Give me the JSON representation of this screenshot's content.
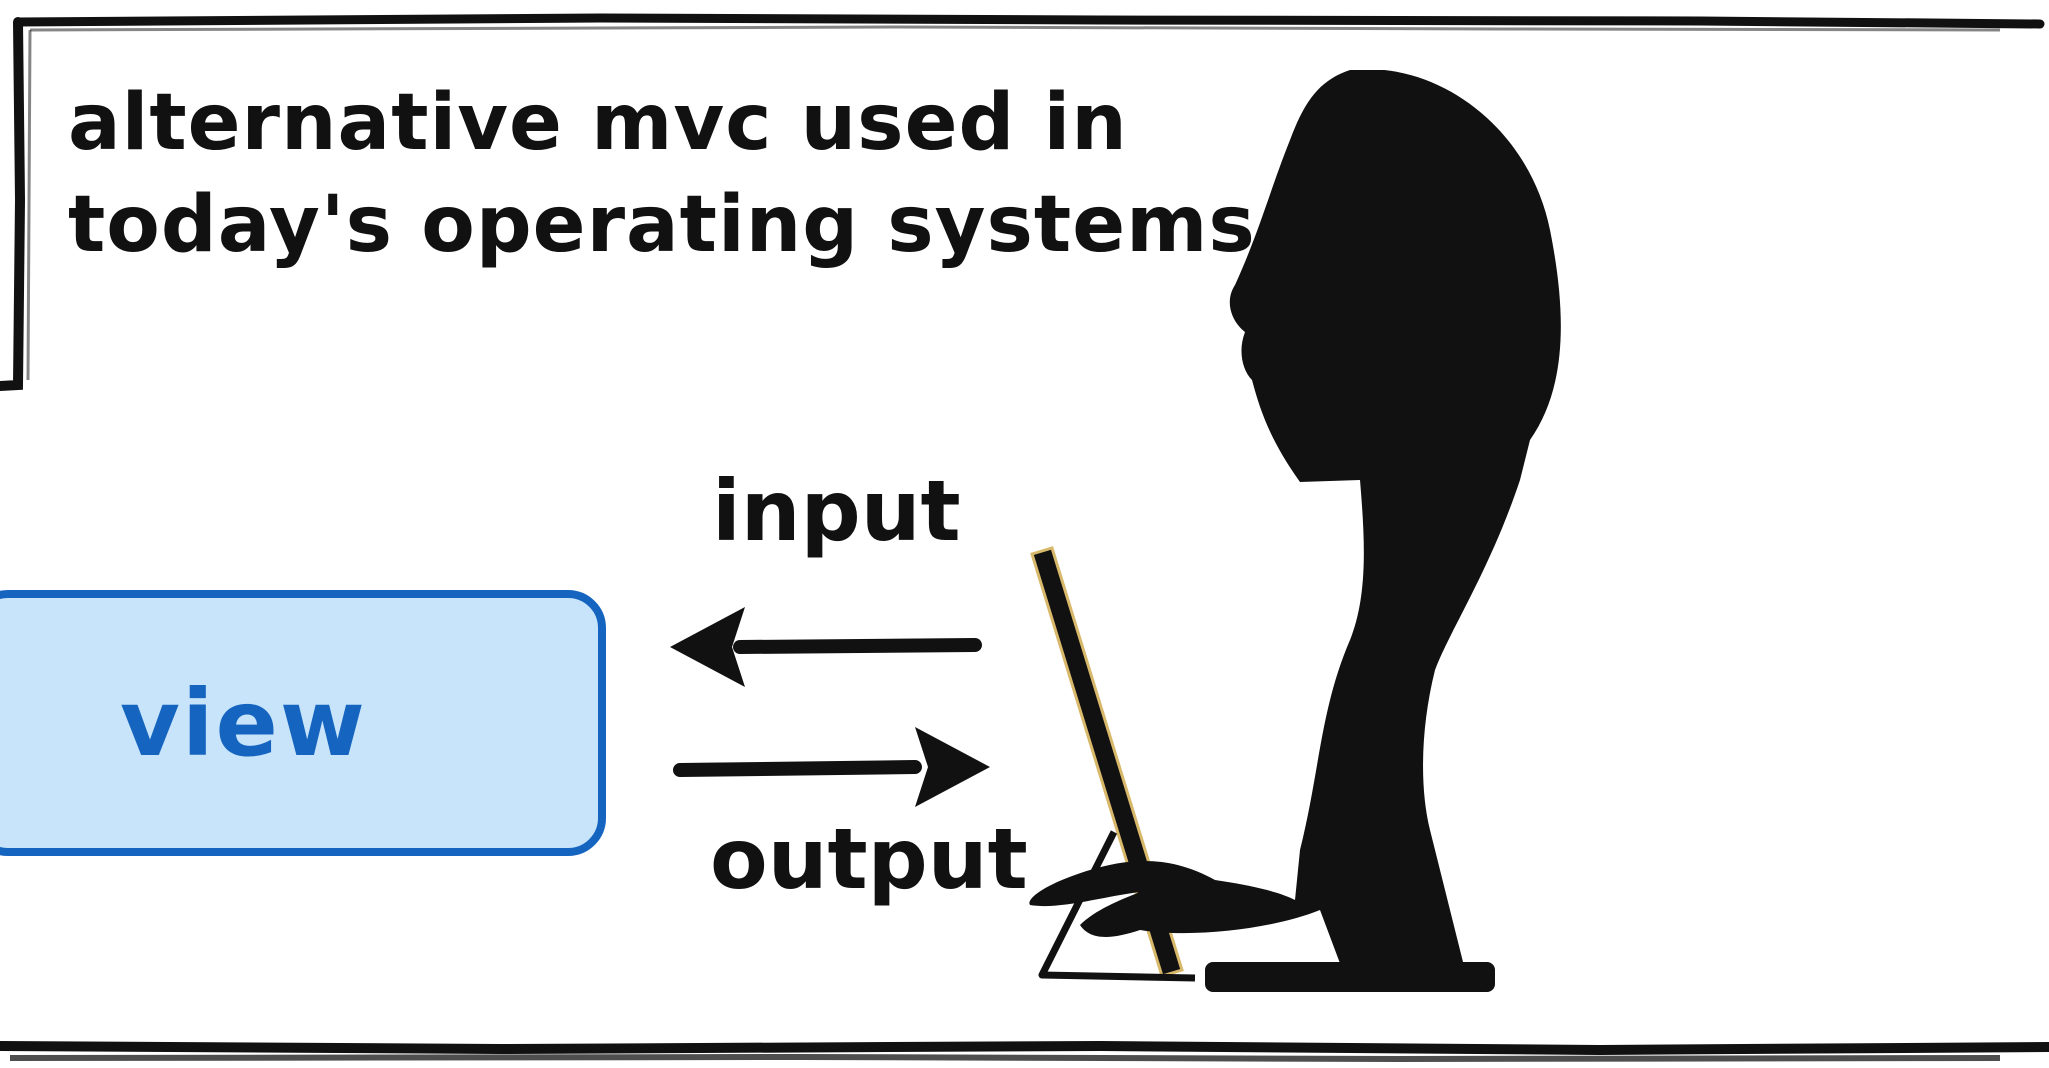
{
  "title": {
    "line1": "alternative mvc used in",
    "line2": "today's operating systems"
  },
  "view_box": {
    "label": "view"
  },
  "arrows": {
    "input_label": "input",
    "output_label": "output"
  },
  "colors": {
    "view_fill": "#c8e4fb",
    "view_border": "#1565c0",
    "ink": "#111111",
    "monitor_edge": "#d8b86a"
  },
  "icons": {
    "figure": "person-at-computer-silhouette",
    "input_arrow": "arrow-left-icon",
    "output_arrow": "arrow-right-icon"
  }
}
